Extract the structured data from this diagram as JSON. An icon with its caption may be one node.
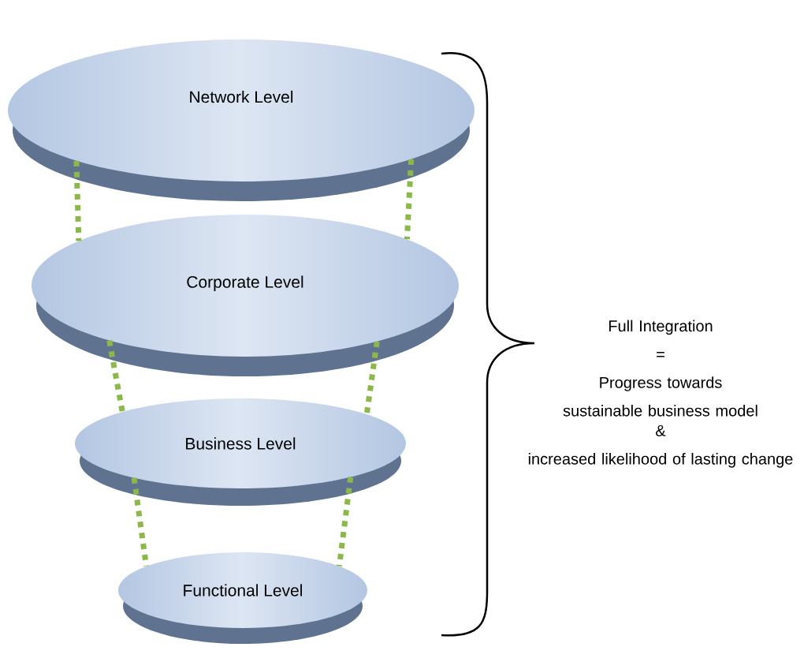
{
  "diagram": {
    "nodes": [
      {
        "text": [
          "Network Level"
        ]
      },
      {
        "text": [
          "Corporate Level"
        ]
      },
      {
        "text": [
          "Business Level"
        ]
      },
      {
        "text": [
          "Functional Level"
        ]
      }
    ],
    "edges": [
      {
        "from": 0,
        "to": 1,
        "arrow": "none",
        "style": "dashed",
        "color": "#8cb84a"
      },
      {
        "from": 0,
        "to": 1,
        "arrow": "none",
        "style": "dashed",
        "color": "#8cb84a"
      },
      {
        "from": 1,
        "to": 2,
        "arrow": "none",
        "style": "dashed",
        "color": "#8cb84a"
      },
      {
        "from": 1,
        "to": 2,
        "arrow": "none",
        "style": "dashed",
        "color": "#8cb84a"
      },
      {
        "from": 2,
        "to": 3,
        "arrow": "none",
        "style": "dashed",
        "color": "#8cb84a"
      },
      {
        "from": 2,
        "to": 3,
        "arrow": "none",
        "style": "dashed",
        "color": "#8cb84a"
      }
    ],
    "labels": [
      "Full Integration",
      "=",
      "Progress towards sustainable business model",
      "&",
      "increased likelihood of lasting change"
    ]
  }
}
